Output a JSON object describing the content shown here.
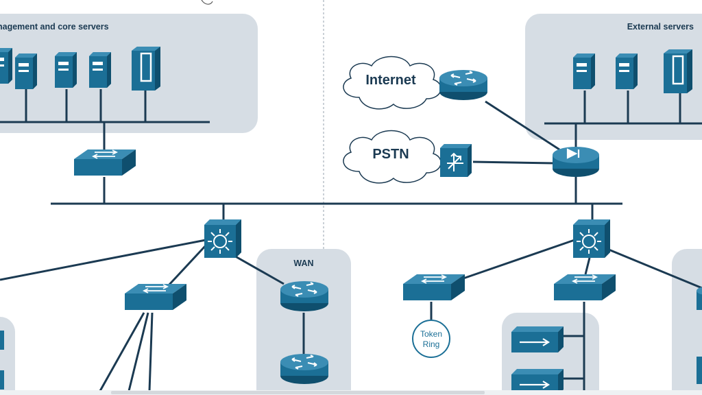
{
  "groups": {
    "management": "nagement and core servers",
    "external": "External servers",
    "wan": "WAN"
  },
  "clouds": {
    "internet": "Internet",
    "pstn": "PSTN"
  },
  "token_ring": {
    "line1": "Token",
    "line2": "Ring"
  },
  "colors": {
    "device": "#1b6f96",
    "device_dark": "#0f4f6e",
    "line": "#1b3a52",
    "group_bg": "#d6dde4"
  }
}
